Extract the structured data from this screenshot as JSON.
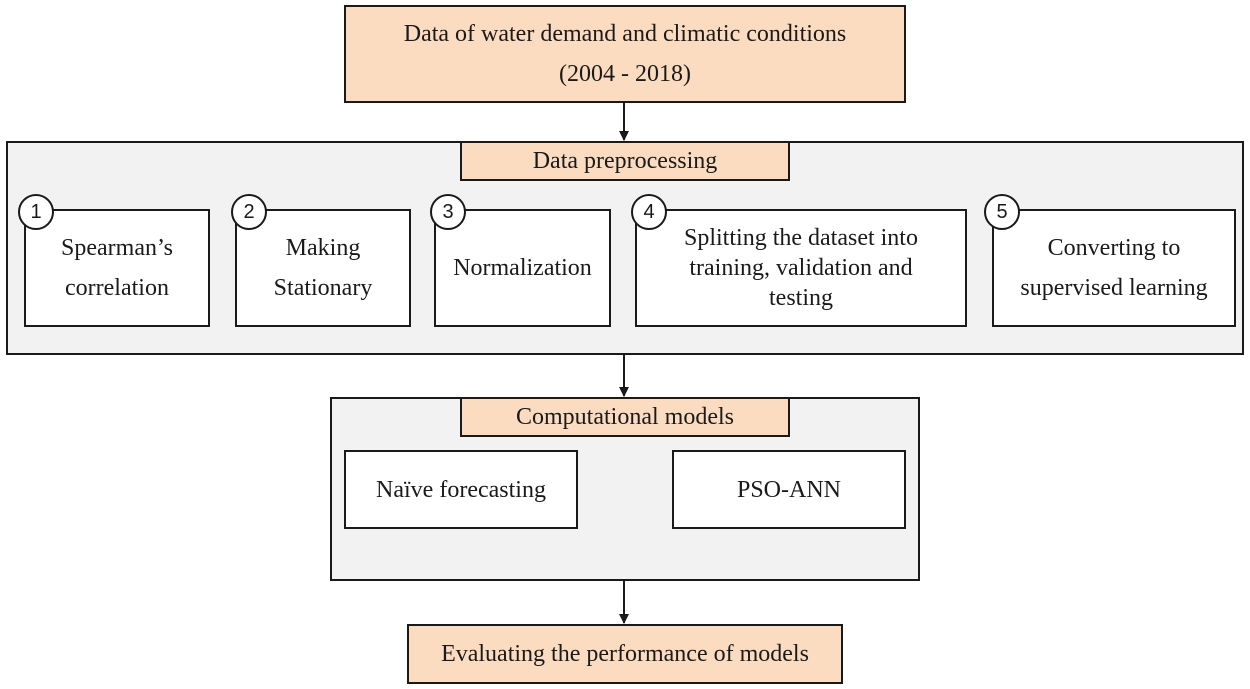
{
  "top": {
    "line1": "Data of water demand and climatic conditions",
    "line2": "(2004 - 2018)"
  },
  "preprocessing": {
    "title": "Data preprocessing",
    "steps": [
      {
        "num": "1",
        "lines": [
          "Spearman’s",
          "correlation"
        ]
      },
      {
        "num": "2",
        "lines": [
          "Making",
          "Stationary"
        ]
      },
      {
        "num": "3",
        "lines": [
          "Normalization"
        ]
      },
      {
        "num": "4",
        "lines": [
          "Splitting the dataset into",
          "training, validation and",
          "testing"
        ]
      },
      {
        "num": "5",
        "lines": [
          "Converting to",
          "supervised learning"
        ]
      }
    ]
  },
  "models": {
    "title": "Computational models",
    "left": "Naïve forecasting",
    "right": "PSO-ANN"
  },
  "evaluation": {
    "label": "Evaluating the performance of models"
  },
  "colors": {
    "peach": "#fcdcc0",
    "panel": "#f2f2f2",
    "line": "#1a1a1a"
  }
}
